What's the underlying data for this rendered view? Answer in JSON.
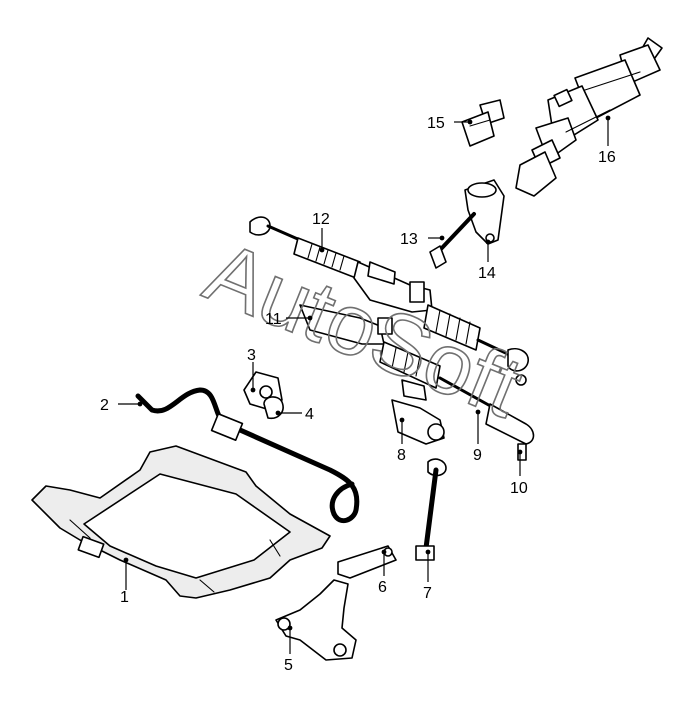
{
  "watermark": "AutoSoft",
  "callouts": [
    {
      "label": "1"
    },
    {
      "label": "2"
    },
    {
      "label": "3"
    },
    {
      "label": "4"
    },
    {
      "label": "5"
    },
    {
      "label": "6"
    },
    {
      "label": "7"
    },
    {
      "label": "8"
    },
    {
      "label": "9"
    },
    {
      "label": "10"
    },
    {
      "label": "11"
    },
    {
      "label": "12"
    },
    {
      "label": "13"
    },
    {
      "label": "14"
    },
    {
      "label": "15"
    },
    {
      "label": "16"
    }
  ]
}
